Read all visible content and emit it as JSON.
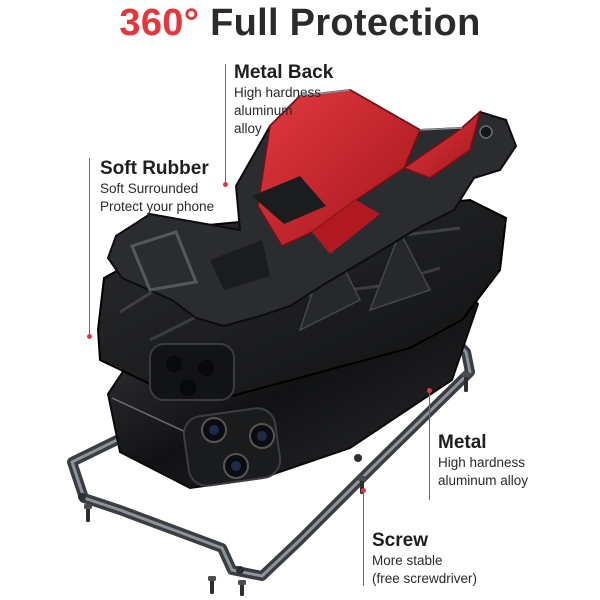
{
  "title": {
    "accent": "360°",
    "rest": "Full Protection"
  },
  "callouts": {
    "metal_back": {
      "head": "Metal Back",
      "lines": [
        "High hardness",
        "aluminum",
        "alloy"
      ]
    },
    "soft_rubber": {
      "head": "Soft Rubber",
      "lines": [
        "Soft Surrounded",
        "Protect your phone"
      ]
    },
    "metal": {
      "head": "Metal",
      "lines": [
        "High hardness",
        "aluminum alloy"
      ]
    },
    "screw": {
      "head": "Screw",
      "lines": [
        "More stable",
        "(free screwdriver)"
      ]
    }
  },
  "colors": {
    "accent": "#e8343b",
    "metal": "#2e3033",
    "rubber": "#1b1c1e",
    "red_plate": "#c8202a"
  }
}
